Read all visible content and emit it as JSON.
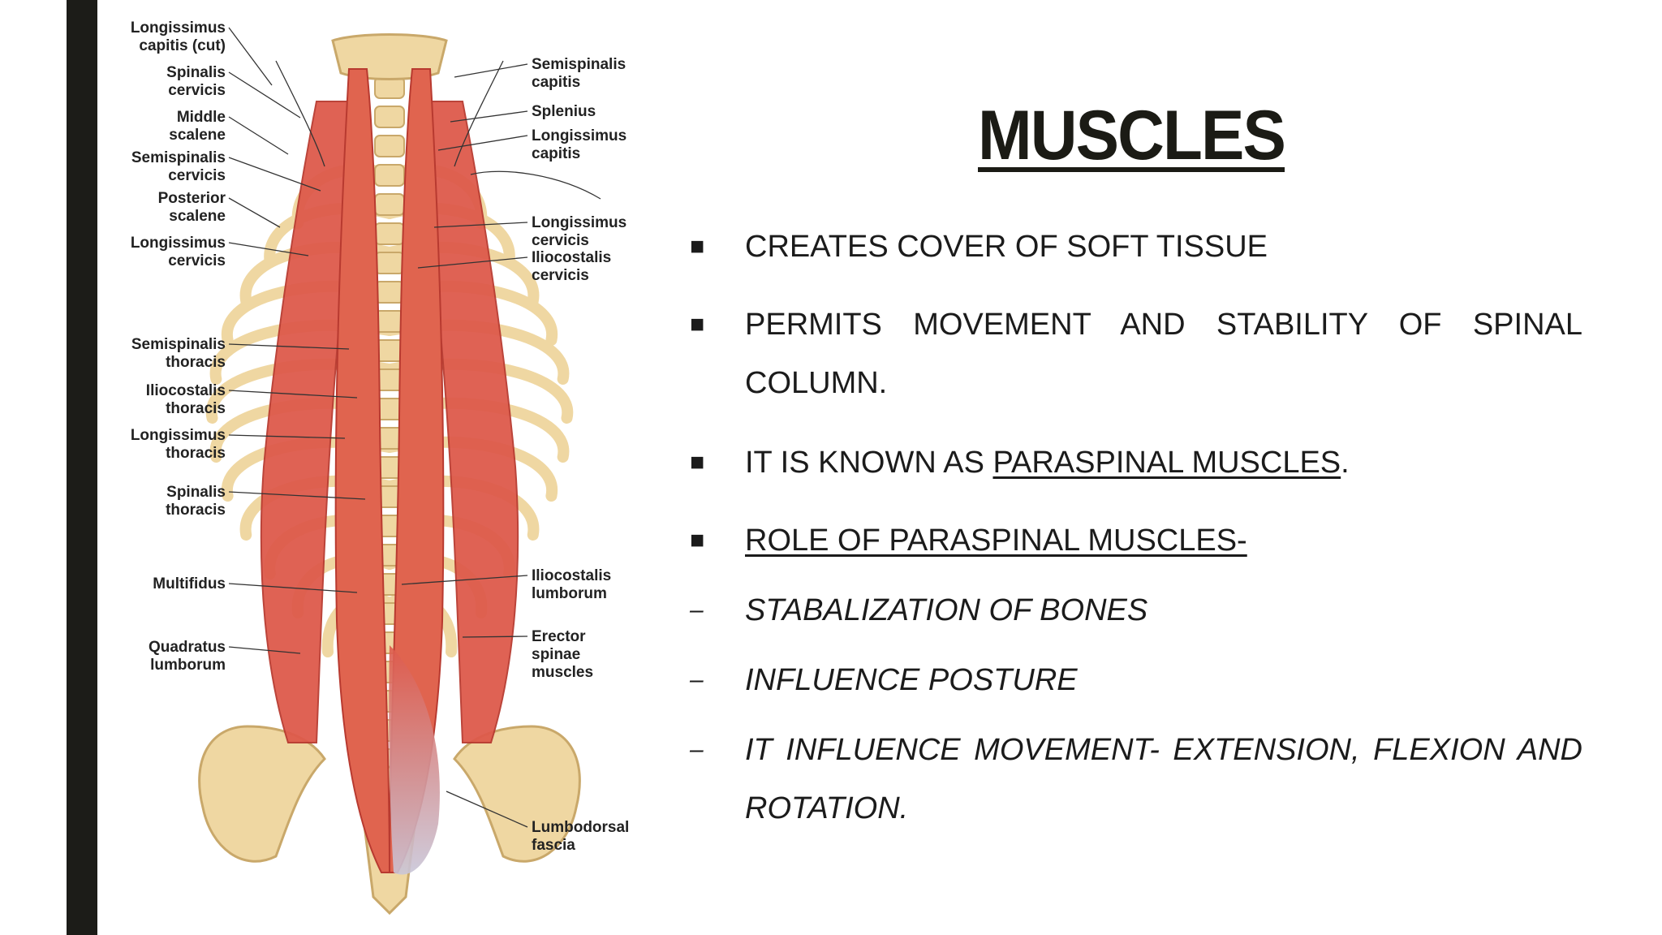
{
  "slide": {
    "title": "MUSCLES",
    "bullets": [
      {
        "marker": "■",
        "text": "CREATES COVER OF SOFT TISSUE"
      },
      {
        "marker": "■",
        "text": "PERMITS MOVEMENT AND STABILITY OF SPINAL COLUMN."
      },
      {
        "marker": "■",
        "prefix": "IT IS KNOWN AS ",
        "emphasis": "PARASPINAL MUSCLES",
        "suffix": "."
      },
      {
        "marker": "■",
        "text": "ROLE OF PARASPINAL MUSCLES-"
      }
    ],
    "sub_items": [
      {
        "marker": "–",
        "text": "STABALIZATION OF BONES"
      },
      {
        "marker": "–",
        "text": "INFLUENCE POSTURE"
      },
      {
        "marker": "–",
        "text": "IT INFLUENCE MOVEMENT- EXTENSION, FLEXION AND ROTATION."
      }
    ]
  },
  "figure": {
    "labels_left": [
      [
        "Longissimus",
        "capitis (cut)"
      ],
      [
        "Spinalis",
        "cervicis"
      ],
      [
        "Middle",
        "scalene"
      ],
      [
        "Semispinalis",
        "cervicis"
      ],
      [
        "Posterior",
        "scalene"
      ],
      [
        "Longissimus",
        "cervicis"
      ],
      [
        "Semispinalis",
        "thoracis"
      ],
      [
        "Iliocostalis",
        "thoracis"
      ],
      [
        "Longissimus",
        "thoracis"
      ],
      [
        "Spinalis",
        "thoracis"
      ],
      [
        "Multifidus"
      ],
      [
        "Quadratus",
        "lumborum"
      ]
    ],
    "labels_right": [
      [
        "Semispinalis",
        "capitis"
      ],
      [
        "Splenius"
      ],
      [
        "Longissimus",
        "capitis"
      ],
      [
        "Longissimus",
        "cervicis"
      ],
      [
        "Iliocostalis",
        "cervicis"
      ],
      [
        "Iliocostalis",
        "lumborum"
      ],
      [
        "Erector",
        "spinae",
        "muscles"
      ],
      [
        "Lumbodorsal",
        "fascia"
      ]
    ],
    "colors": {
      "bone": "#efd7a2",
      "bone_shadow": "#c9a86a",
      "muscle": "#de5a4b",
      "muscle_dark": "#b83a30",
      "fascia": "#c9c6d8"
    }
  }
}
